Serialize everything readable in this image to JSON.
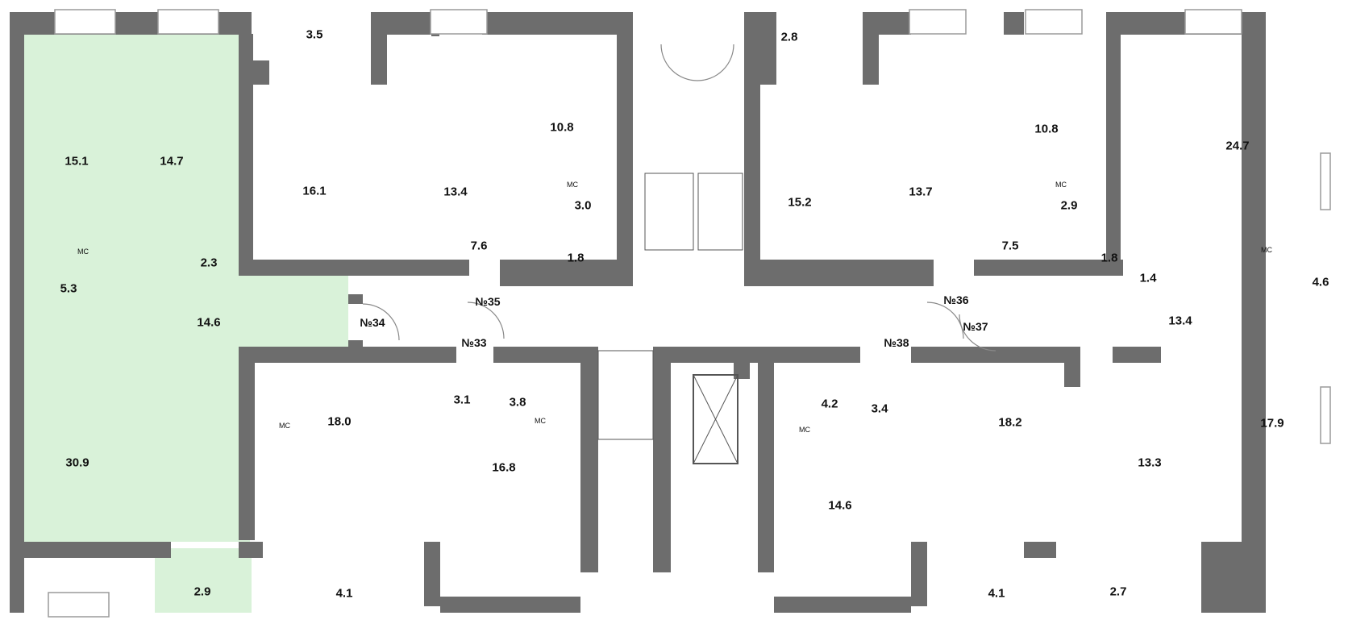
{
  "colors": {
    "wall": "#6d6d6d",
    "highlight": "#d9f2d9",
    "line": "#bdbdbd"
  },
  "rooms": {
    "r1": "15.1",
    "r2": "14.7",
    "r3": "3.5",
    "r4": "16.1",
    "r5": "13.4",
    "r6": "10.8",
    "r7": "3.0",
    "r8": "7.6",
    "r9": "1.8",
    "r10": "2.3",
    "r11": "5.3",
    "r12": "14.6",
    "r13": "2.8",
    "r14": "15.2",
    "r15": "13.7",
    "r16": "10.8",
    "r17": "2.9",
    "r18": "7.5",
    "r19": "1.8",
    "r20": "24.7",
    "r21": "1.4",
    "r22": "4.6",
    "r23": "13.4",
    "r24": "3.1",
    "r25": "3.8",
    "r26": "18.0",
    "r27": "4.2",
    "r28": "3.4",
    "r29": "18.2",
    "r30": "30.9",
    "r31": "16.8",
    "r32": "13.3",
    "r33": "17.9",
    "r34": "14.6",
    "r35": "2.9",
    "r36": "4.1",
    "r37": "4.1",
    "r38": "2.7"
  },
  "apartments": {
    "a33": "№33",
    "a34": "№34",
    "a35": "№35",
    "a36": "№36",
    "a37": "№37",
    "a38": "№38"
  },
  "fixtures": {
    "mc": "МС"
  }
}
